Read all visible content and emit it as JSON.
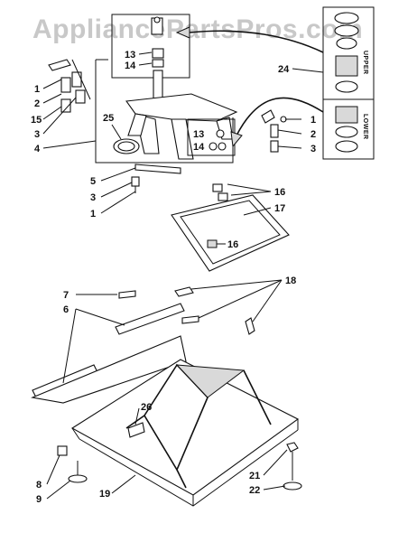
{
  "watermark": "AppliancePartsPros.com",
  "labels": {
    "upper": "UPPER",
    "lower": "LOWER"
  },
  "callouts": [
    {
      "id": "c-1a",
      "text": "1"
    },
    {
      "id": "c-2a",
      "text": "2"
    },
    {
      "id": "c-15",
      "text": "15"
    },
    {
      "id": "c-3a",
      "text": "3"
    },
    {
      "id": "c-4",
      "text": "4"
    },
    {
      "id": "c-13a",
      "text": "13"
    },
    {
      "id": "c-14a",
      "text": "14"
    },
    {
      "id": "c-24",
      "text": "24"
    },
    {
      "id": "c-25",
      "text": "25"
    },
    {
      "id": "c-1b",
      "text": "1"
    },
    {
      "id": "c-2b",
      "text": "2"
    },
    {
      "id": "c-3b",
      "text": "3"
    },
    {
      "id": "c-13b",
      "text": "13"
    },
    {
      "id": "c-14b",
      "text": "14"
    },
    {
      "id": "c-5",
      "text": "5"
    },
    {
      "id": "c-3c",
      "text": "3"
    },
    {
      "id": "c-1c",
      "text": "1"
    },
    {
      "id": "c-16a",
      "text": "16"
    },
    {
      "id": "c-17",
      "text": "17"
    },
    {
      "id": "c-16b",
      "text": "16"
    },
    {
      "id": "c-18",
      "text": "18"
    },
    {
      "id": "c-7",
      "text": "7"
    },
    {
      "id": "c-6",
      "text": "6"
    },
    {
      "id": "c-26",
      "text": "26"
    },
    {
      "id": "c-8",
      "text": "8"
    },
    {
      "id": "c-9",
      "text": "9"
    },
    {
      "id": "c-19",
      "text": "19"
    },
    {
      "id": "c-21",
      "text": "21"
    },
    {
      "id": "c-22",
      "text": "22"
    }
  ]
}
